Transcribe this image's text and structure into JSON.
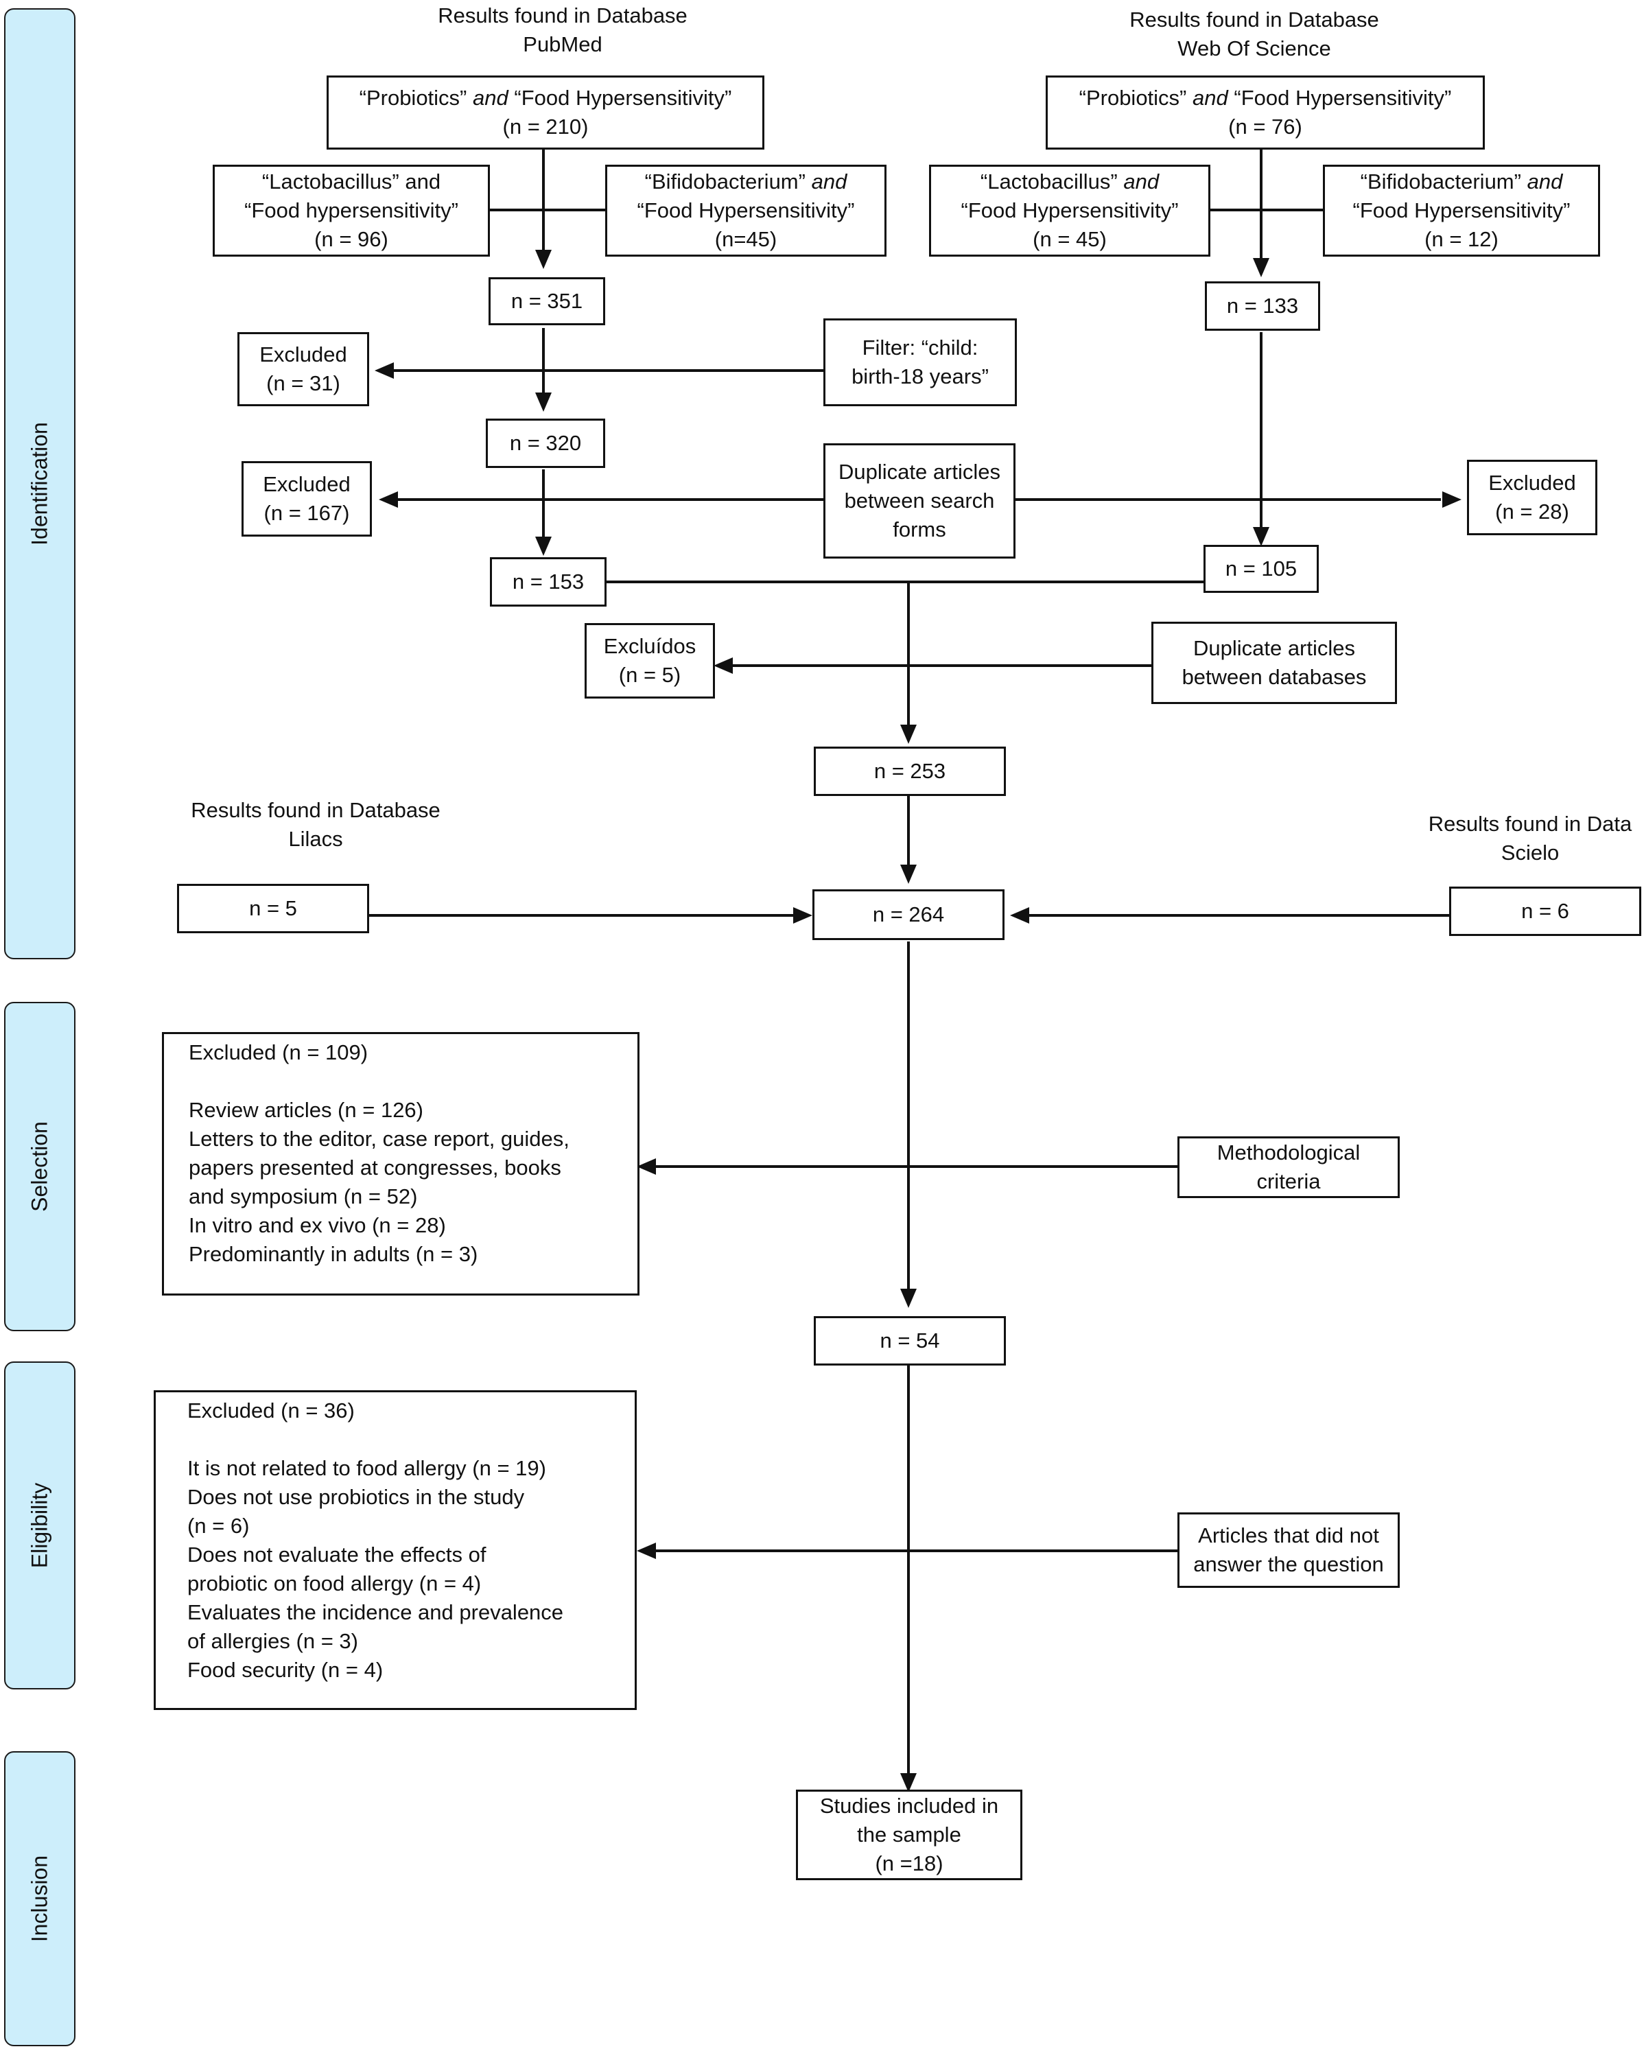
{
  "stages": {
    "identification": "Identification",
    "selection": "Selection",
    "eligibility": "Eligibility",
    "inclusion": "Inclusion"
  },
  "headers": {
    "pubmed": [
      "Results found in Database",
      "PubMed"
    ],
    "wos": [
      "Results found in Database",
      "Web Of Science"
    ],
    "lilacs": [
      "Results found in Database",
      "Lilacs"
    ],
    "scielo": [
      "Results found in Data",
      "Scielo"
    ]
  },
  "pubmed": {
    "probiotics": {
      "q1": "“Probiotics”",
      "and": "and",
      "q2": "“Food Hypersensitivity”",
      "n": "(n = 210)"
    },
    "lactobacillus": {
      "l1": "“Lactobacillus” and",
      "l2": "“Food hypersensitivity”",
      "n": "(n = 96)"
    },
    "bifidobacterium": {
      "q1": "“Bifidobacterium”",
      "and": "and",
      "l2": "“Food Hypersensitivity”",
      "n": "(n=45)"
    },
    "n351": "n = 351",
    "excluded_filter": [
      "Excluded",
      "(n = 31)"
    ],
    "filter": [
      "Filter: “child:",
      "birth-18 years”"
    ],
    "n320": "n = 320",
    "excluded_dup": [
      "Excluded",
      "(n = 167)"
    ],
    "n153": "n = 153"
  },
  "wos": {
    "probiotics": {
      "q1": "“Probiotics”",
      "and": "and",
      "q2": "“Food Hypersensitivity”",
      "n": "(n = 76)"
    },
    "lactobacillus": {
      "q1": "“Lactobacillus”",
      "and": "and",
      "l2": "“Food Hypersensitivity”",
      "n": "(n = 45)"
    },
    "bifidobacterium": {
      "q1": "“Bifidobacterium”",
      "and": "and",
      "l2": "“Food Hypersensitivity”",
      "n": "(n = 12)"
    },
    "n133": "n = 133",
    "excluded_dup": [
      "Excluded",
      "(n = 28)"
    ],
    "n105": "n = 105"
  },
  "duplicate_search": [
    "Duplicate articles",
    "between search",
    "forms"
  ],
  "excluidos": [
    "Excluídos",
    "(n = 5)"
  ],
  "duplicate_db": [
    "Duplicate articles",
    "between databases"
  ],
  "n253": "n = 253",
  "lilacs_n": "n = 5",
  "n264": "n = 264",
  "scielo_n": "n = 6",
  "selection": {
    "excluded": [
      "Excluded (n = 109)",
      "",
      "Review articles (n = 126)",
      "Letters to the editor, case report, guides,",
      "papers presented at congresses, books",
      "and symposium (n = 52)",
      "In vitro and ex vivo (n = 28)",
      "Predominantly in adults (n = 3)"
    ],
    "criteria": [
      "Methodological",
      "criteria"
    ]
  },
  "n54": "n = 54",
  "eligibility": {
    "excluded": [
      "Excluded (n = 36)",
      "",
      "It is not related to food allergy (n = 19)",
      "Does not use probiotics in the study",
      "(n = 6)",
      "Does not evaluate the effects of",
      "probiotic on food allergy (n = 4)",
      "Evaluates the incidence and prevalence",
      "of allergies (n = 3)",
      "Food security (n = 4)"
    ],
    "criteria": [
      "Articles that did not",
      "answer the question"
    ]
  },
  "included": [
    "Studies included in",
    "the sample",
    "(n =18)"
  ]
}
